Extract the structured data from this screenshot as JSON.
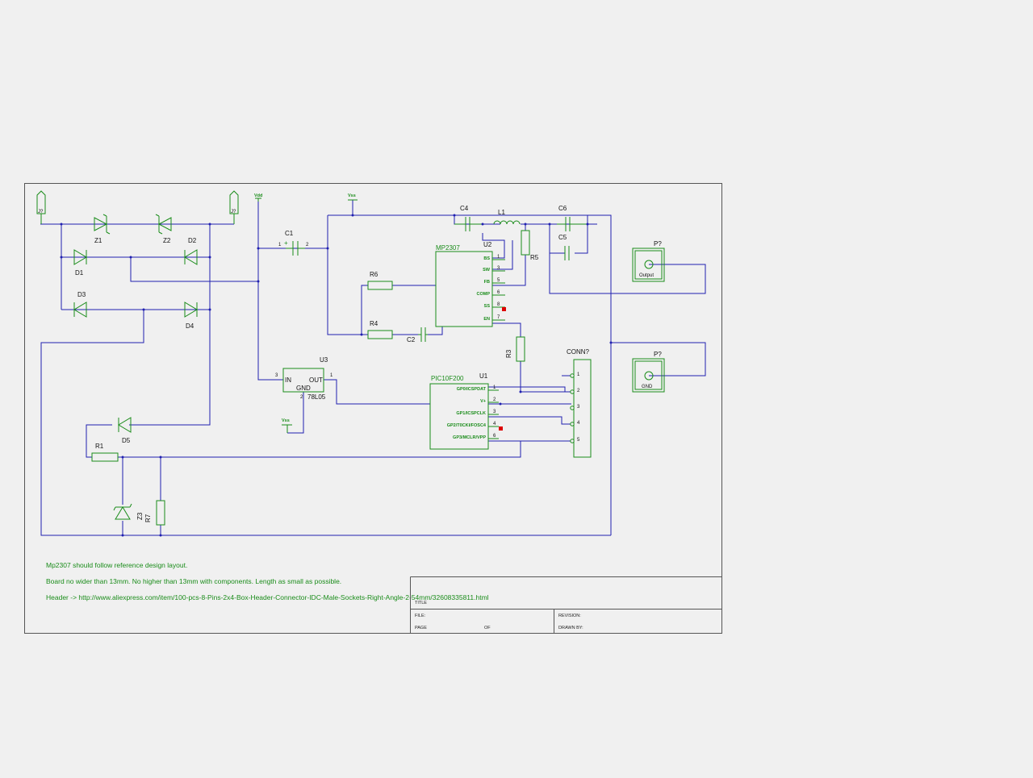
{
  "components": {
    "j_left": {
      "text": "J?"
    },
    "j_right": {
      "text": "J?"
    },
    "z1": {
      "ref": "Z1"
    },
    "z2": {
      "ref": "Z2"
    },
    "d1": {
      "ref": "D1"
    },
    "d2": {
      "ref": "D2"
    },
    "d3": {
      "ref": "D3"
    },
    "d4": {
      "ref": "D4"
    },
    "d5": {
      "ref": "D5"
    },
    "vdd": {
      "text": "Vdd"
    },
    "vss_top": {
      "text": "Vss"
    },
    "vss_bottom": {
      "text": "Vss"
    },
    "c1": {
      "ref": "C1",
      "pin1": "1",
      "pin2": "2",
      "plus": "+"
    },
    "c2": {
      "ref": "C2"
    },
    "c4": {
      "ref": "C4"
    },
    "c5": {
      "ref": "C5"
    },
    "c6": {
      "ref": "C6"
    },
    "l1": {
      "ref": "L1"
    },
    "r1": {
      "ref": "R1"
    },
    "r3": {
      "ref": "R3"
    },
    "r4": {
      "ref": "R4"
    },
    "r5": {
      "ref": "R5"
    },
    "r6": {
      "ref": "R6"
    },
    "r7": {
      "ref": "R7"
    },
    "z3": {
      "ref": "Z3"
    },
    "u3": {
      "ref": "U3",
      "part": "78L05",
      "in": "IN",
      "out": "OUT",
      "gnd": "GND",
      "pin_in": "3",
      "pin_out": "1",
      "pin_gnd": "2"
    },
    "u2": {
      "ref": "U2",
      "part": "MP2307",
      "pins": [
        {
          "name": "BS",
          "num": "1"
        },
        {
          "name": "SW",
          "num": "3"
        },
        {
          "name": "FB",
          "num": "5"
        },
        {
          "name": "COMP",
          "num": "6"
        },
        {
          "name": "SS",
          "num": "8"
        },
        {
          "name": "EN",
          "num": "7"
        }
      ]
    },
    "u1": {
      "ref": "U1",
      "part": "PIC10F200",
      "pins": [
        {
          "name": "GP0/ICSPDAT",
          "num": "1"
        },
        {
          "name": "V+",
          "num": "2"
        },
        {
          "name": "GP1/ICSPCLK",
          "num": "3"
        },
        {
          "name": "GP2/T0CKI/FOSC4",
          "num": "4"
        },
        {
          "name": "GP3/MCLR/VPP",
          "num": "6"
        }
      ]
    },
    "conn": {
      "ref": "CONN?",
      "pins": [
        "1",
        "2",
        "3",
        "4",
        "5"
      ]
    },
    "p_output": {
      "ref": "P?",
      "label": "Output"
    },
    "p_gnd": {
      "ref": "P?",
      "label": "GND"
    }
  },
  "notes": [
    "Mp2307 should follow reference design layout.",
    "Board no wider than 13mm. No higher than 13mm with components. Length as small as possible.",
    "Header -> http://www.aliexpress.com/item/100-pcs-8-Pins-2x4-Box-Header-Connector-IDC-Male-Sockets-Right-Angle-2-54mm/32608335811.html"
  ],
  "title_block": {
    "title": "TITLE",
    "file": "FILE:",
    "page": "PAGE",
    "of": "OF",
    "revision": "REVISION:",
    "drawn_by": "DRAWN BY:"
  },
  "colors": {
    "wire": "#2020b0",
    "component": "#1a8c1a",
    "background": "#f0f0f0",
    "no_connect": "#dd0000"
  }
}
